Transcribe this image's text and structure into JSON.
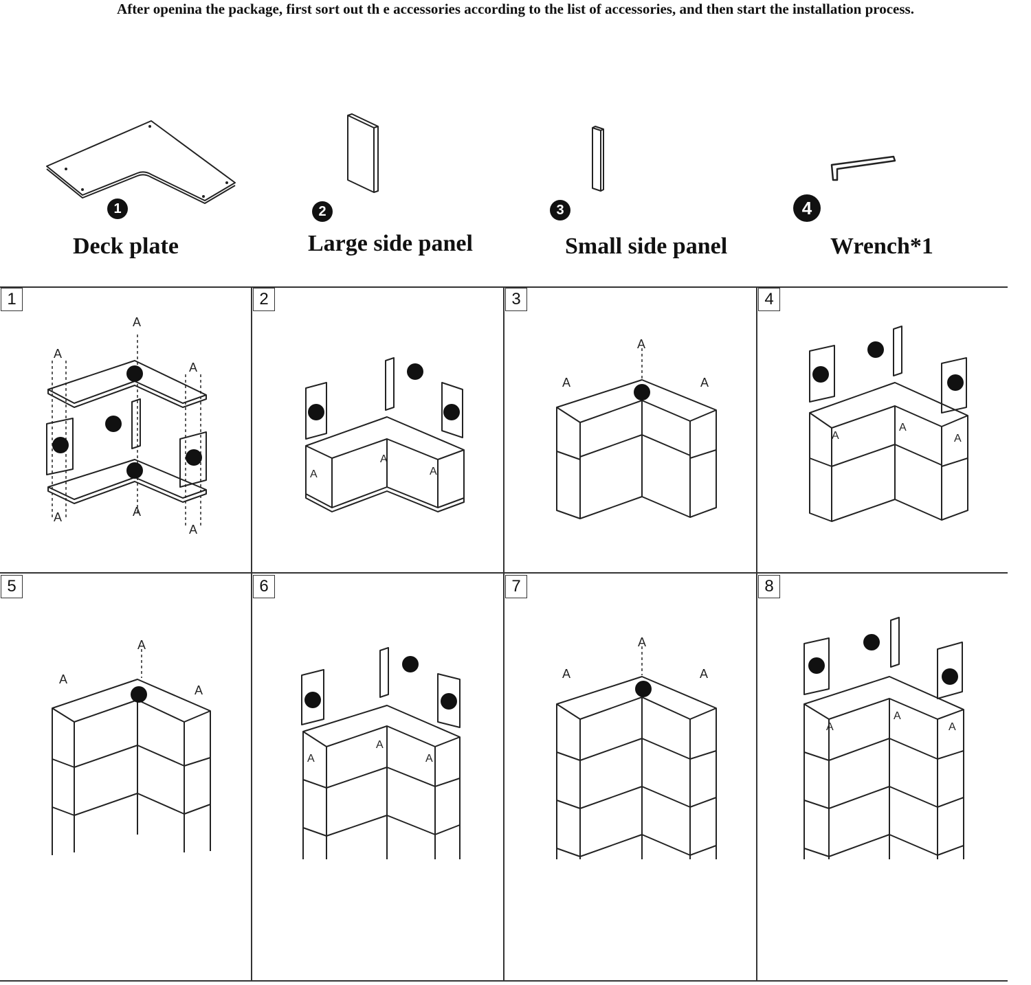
{
  "intro": "After openina the package, first sort out th e accessories according to the list of accessories, and then start the installation process.",
  "parts": [
    {
      "number": "1",
      "name": "Deck plate",
      "icon": "deck-plate-icon"
    },
    {
      "number": "2",
      "name": "Large side panel",
      "icon": "large-side-panel-icon"
    },
    {
      "number": "3",
      "name": "Small side panel",
      "icon": "small-side-panel-icon"
    },
    {
      "number": "4",
      "name": "Wrench*1",
      "icon": "wrench-icon"
    }
  ],
  "steps": [
    {
      "number": "1"
    },
    {
      "number": "2"
    },
    {
      "number": "3"
    },
    {
      "number": "4"
    },
    {
      "number": "5"
    },
    {
      "number": "6"
    },
    {
      "number": "7"
    },
    {
      "number": "8"
    }
  ]
}
